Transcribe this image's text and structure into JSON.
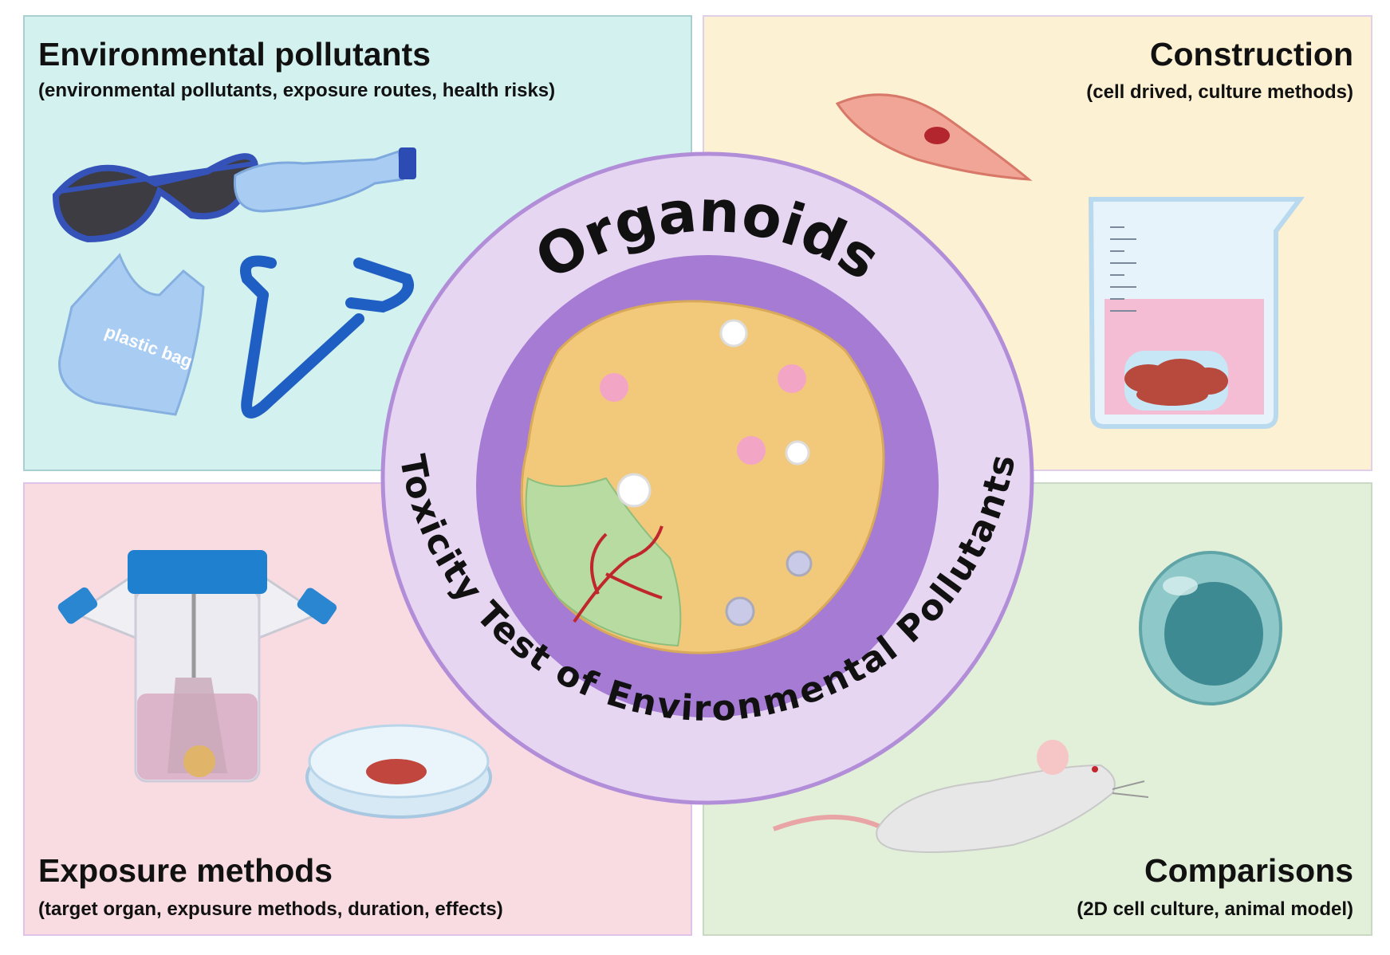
{
  "center": {
    "title": "Organoids",
    "subtitle": "Toxicity Test of Environmental Pollutants"
  },
  "panels": {
    "top_left": {
      "title": "Environmental pollutants",
      "subtitle": "(environmental pollutants, exposure routes, health risks)",
      "color": "#d3f1ee"
    },
    "top_right": {
      "title": "Construction",
      "subtitle": "(cell drived, culture methods)",
      "color": "#fdf1d4"
    },
    "bottom_left": {
      "title": "Exposure methods",
      "subtitle": "(target organ, expusure methods, duration,  effects)",
      "color": "#f8dce2"
    },
    "bottom_right": {
      "title": "Comparisons",
      "subtitle": "(2D cell culture, animal model)",
      "color": "#e2f0d9"
    }
  },
  "illustrations": {
    "bag_label": "plastic bag"
  },
  "colors": {
    "ring": "#e6d6f2",
    "ring_border": "#b28ed8",
    "inner": "#a57bd3"
  }
}
